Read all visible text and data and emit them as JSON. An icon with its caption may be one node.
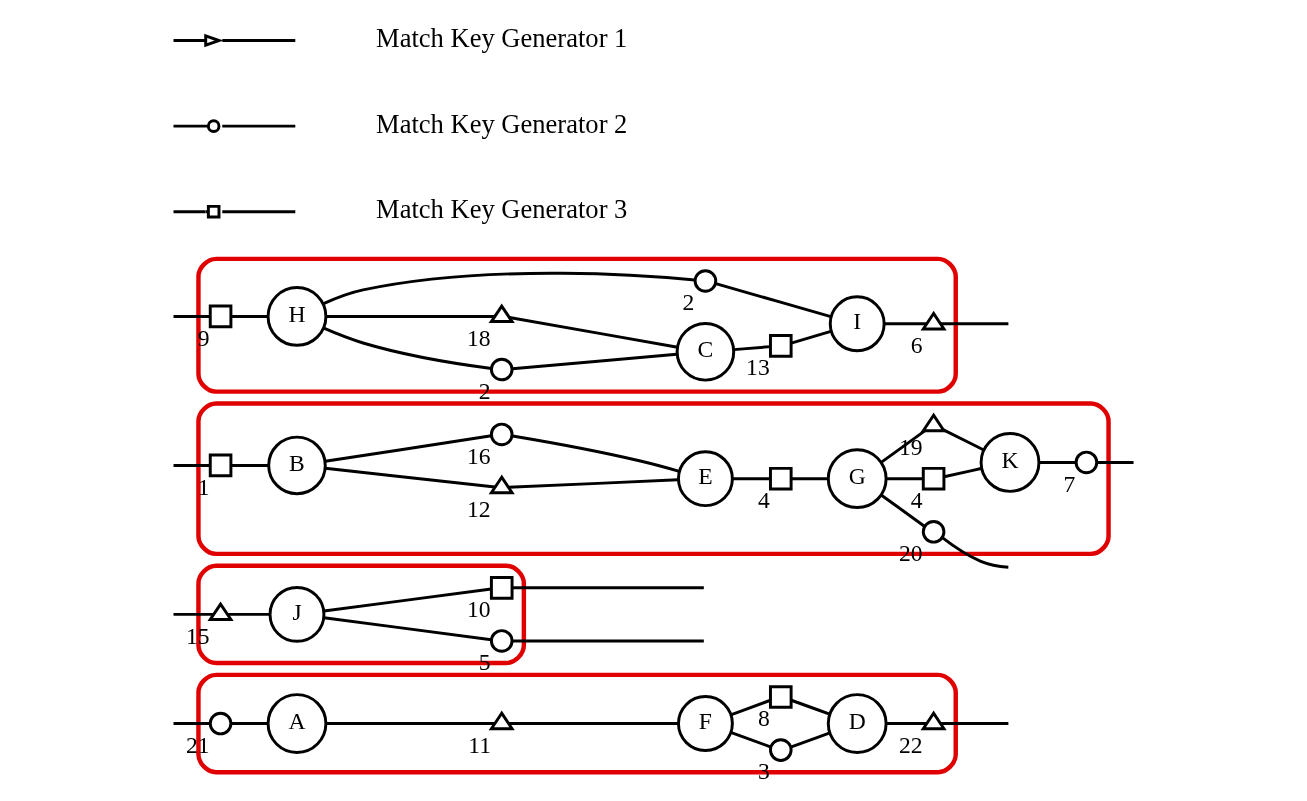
{
  "diagram": {
    "nodes": [
      {
        "text": [],
        "shape": "ellipse"
      },
      {
        "text": [],
        "shape": "circle",
        "beside": [
          "21"
        ],
        "in": 0
      },
      {
        "text": [
          "A"
        ],
        "in": 0
      },
      {
        "text": [],
        "shape": "triangle",
        "beside": [
          "11"
        ],
        "in": 0
      },
      {
        "text": [
          "F"
        ],
        "in": 0
      },
      {
        "text": [],
        "shape": "circle",
        "beside": [
          "3"
        ],
        "in": 0
      },
      {
        "text": [],
        "shape": "square",
        "beside": [
          "8"
        ],
        "in": 0
      },
      {
        "text": [
          "D"
        ],
        "in": 0
      },
      {
        "text": [],
        "shape": "triangle",
        "beside": [
          "22"
        ],
        "in": 0
      },
      {
        "text": [],
        "shape": "ellipse"
      },
      {
        "text": [],
        "shape": "triangle",
        "beside": [
          "15"
        ],
        "in": 9
      },
      {
        "text": [
          "J"
        ],
        "in": 9
      },
      {
        "text": [],
        "shape": "square",
        "beside": [
          "10"
        ],
        "in": 9
      },
      {
        "text": [],
        "shape": "circle",
        "beside": [
          "5"
        ],
        "in": 9
      },
      {
        "text": [],
        "shape": "ellipse"
      },
      {
        "text": [],
        "shape": "square",
        "beside": [
          "1"
        ],
        "in": 14
      },
      {
        "text": [
          "B"
        ],
        "in": 14
      },
      {
        "text": [],
        "shape": "triangle",
        "beside": [
          "12"
        ],
        "in": 14
      },
      {
        "text": [],
        "shape": "circle",
        "beside": [
          "16"
        ],
        "in": 14
      },
      {
        "text": [
          "E"
        ],
        "in": 14
      },
      {
        "text": [],
        "shape": "square",
        "beside": [
          "4"
        ],
        "in": 14
      },
      {
        "text": [
          "G"
        ],
        "in": 14
      },
      {
        "text": [],
        "shape": "square",
        "beside": [
          "4"
        ],
        "in": 14
      },
      {
        "text": [],
        "shape": "triangle",
        "beside": [
          "19"
        ],
        "in": 14
      },
      {
        "text": [
          "K"
        ],
        "in": 14
      },
      {
        "text": [],
        "shape": "circle",
        "beside": [
          "7"
        ],
        "in": 14
      },
      {
        "text": [],
        "shape": "circle",
        "beside": [
          "20"
        ],
        "in": 14
      },
      {
        "text": [],
        "shape": "ellipse"
      },
      {
        "text": [],
        "shape": "square",
        "beside": [
          "9"
        ],
        "in": 27
      },
      {
        "text": [
          "H"
        ],
        "in": 27
      },
      {
        "text": [],
        "shape": "circle",
        "beside": [
          "2"
        ],
        "in": 27
      },
      {
        "text": [],
        "shape": "triangle",
        "beside": [
          "18"
        ],
        "in": 27
      },
      {
        "text": [],
        "shape": "circle",
        "beside": [
          "2"
        ],
        "in": 27
      },
      {
        "text": [
          "C"
        ],
        "in": 27
      },
      {
        "text": [],
        "shape": "square",
        "beside": [
          "13"
        ],
        "in": 27
      },
      {
        "text": [
          "I"
        ],
        "in": 27
      },
      {
        "text": [],
        "shape": "triangle",
        "beside": [
          "6"
        ],
        "in": 27
      }
    ],
    "edges": [
      {
        "from": null,
        "to": 1,
        "arrow": "none"
      },
      {
        "from": 1,
        "to": 2,
        "arrow": "none"
      },
      {
        "from": 2,
        "to": 3,
        "arrow": "none"
      },
      {
        "from": 3,
        "to": 4,
        "arrow": "none"
      },
      {
        "from": 4,
        "to": 5,
        "arrow": "none"
      },
      {
        "from": 5,
        "to": 7,
        "arrow": "none"
      },
      {
        "from": 4,
        "to": 6,
        "arrow": "none"
      },
      {
        "from": 6,
        "to": 7,
        "arrow": "none"
      },
      {
        "from": 7,
        "to": 8,
        "arrow": "none"
      },
      {
        "from": 8,
        "to": null,
        "arrow": "none"
      },
      {
        "from": null,
        "to": 10,
        "arrow": "none"
      },
      {
        "from": 10,
        "to": 11,
        "arrow": "none"
      },
      {
        "from": 11,
        "to": 12,
        "arrow": "none"
      },
      {
        "from": 12,
        "to": null,
        "arrow": "none"
      },
      {
        "from": 11,
        "to": 13,
        "arrow": "none"
      },
      {
        "from": 13,
        "to": null,
        "arrow": "none"
      },
      {
        "from": null,
        "to": 15,
        "arrow": "none"
      },
      {
        "from": 15,
        "to": 16,
        "arrow": "none"
      },
      {
        "from": 16,
        "to": 17,
        "arrow": "none"
      },
      {
        "from": 17,
        "to": 19,
        "arrow": "none"
      },
      {
        "from": 16,
        "to": 18,
        "arrow": "none"
      },
      {
        "from": 18,
        "to": 19,
        "arrow": "none"
      },
      {
        "from": 19,
        "to": 20,
        "arrow": "none"
      },
      {
        "from": 20,
        "to": 21,
        "arrow": "none"
      },
      {
        "from": 21,
        "to": 22,
        "arrow": "none"
      },
      {
        "from": 22,
        "to": 24,
        "arrow": "none"
      },
      {
        "from": 21,
        "to": 23,
        "arrow": "none"
      },
      {
        "from": 23,
        "to": 24,
        "arrow": "none"
      },
      {
        "from": 24,
        "to": 25,
        "arrow": "none"
      },
      {
        "from": 25,
        "to": null,
        "arrow": "none"
      },
      {
        "from": 21,
        "to": 26,
        "arrow": "none"
      },
      {
        "from": 26,
        "to": null,
        "arrow": "none"
      },
      {
        "from": null,
        "to": 28,
        "arrow": "none"
      },
      {
        "from": 28,
        "to": 29,
        "arrow": "none"
      },
      {
        "from": 29,
        "to": 30,
        "arrow": "none"
      },
      {
        "from": 30,
        "to": 33,
        "arrow": "none"
      },
      {
        "from": 29,
        "to": 31,
        "arrow": "none"
      },
      {
        "from": 31,
        "to": 33,
        "arrow": "none"
      },
      {
        "from": 29,
        "to": 32,
        "arrow": "none"
      },
      {
        "from": 32,
        "to": 35,
        "arrow": "none"
      },
      {
        "from": 33,
        "to": 34,
        "arrow": "none"
      },
      {
        "from": 34,
        "to": 35,
        "arrow": "none"
      },
      {
        "from": 35,
        "to": 36,
        "arrow": "none"
      },
      {
        "from": 36,
        "to": null,
        "arrow": "none"
      }
    ],
    "legend": [
      {
        "text": "Match Key Generator 1"
      },
      {
        "text": "Match Key Generator 2"
      },
      {
        "text": "Match Key Generator 3"
      }
    ]
  }
}
